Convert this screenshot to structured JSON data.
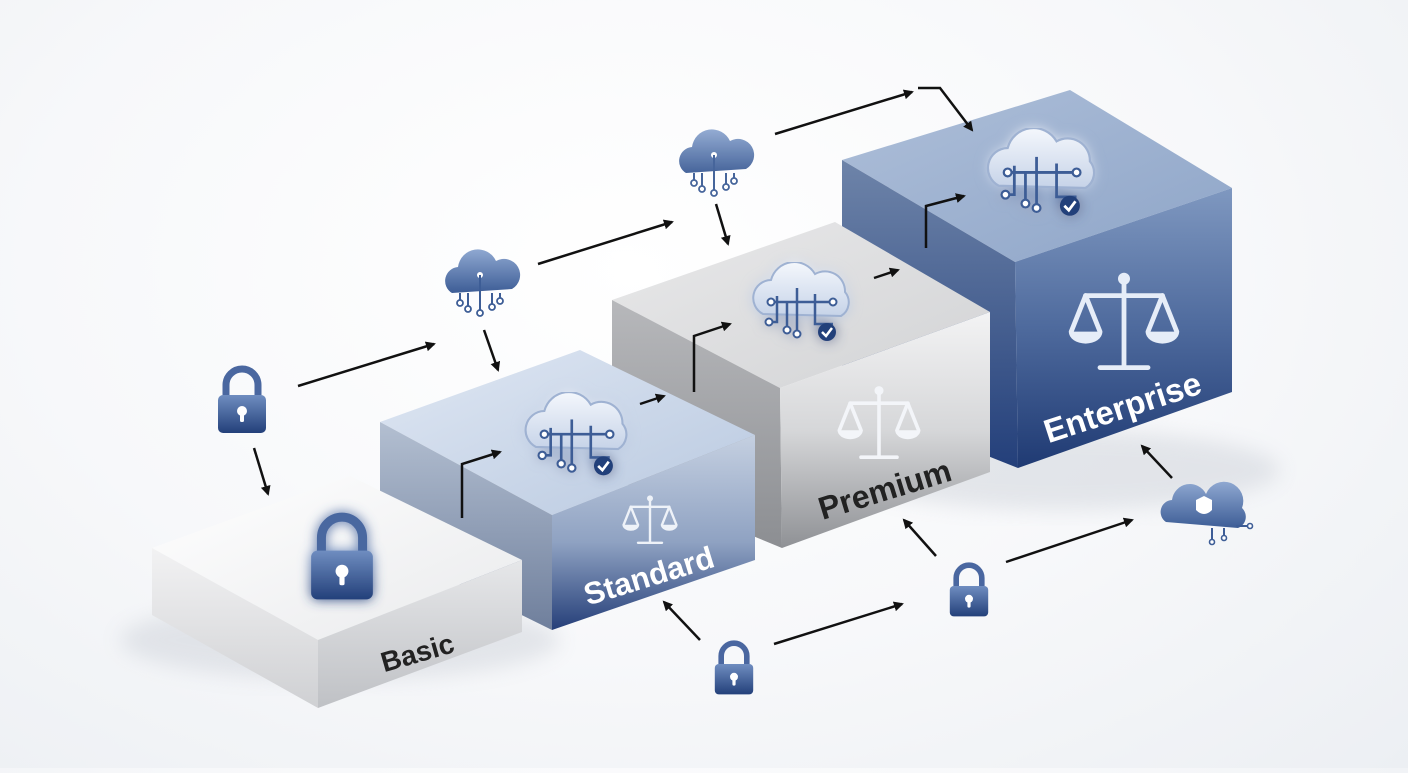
{
  "tiers": [
    {
      "id": "basic",
      "label": "Basic"
    },
    {
      "id": "standard",
      "label": "Standard"
    },
    {
      "id": "premium",
      "label": "Premium"
    },
    {
      "id": "enterprise",
      "label": "Enterprise"
    }
  ],
  "colors": {
    "navy": "#23407a",
    "steel_blue": "#5b79aa",
    "light_blue": "#c9d6ea",
    "gray_face": "#d9dadc",
    "arrow": "#111111"
  },
  "icons": [
    "padlock-icon",
    "cloud-network-icon",
    "cloud-check-icon",
    "scales-icon",
    "cloud-shield-icon"
  ]
}
